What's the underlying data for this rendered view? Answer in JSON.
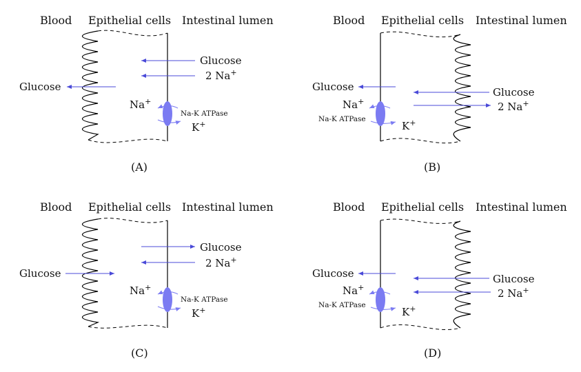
{
  "headers": {
    "blood": "Blood",
    "epithelial": "Epithelial cells",
    "lumen": "Intestinal lumen"
  },
  "species": {
    "glucose": "Glucose",
    "two_na": "2 Na",
    "na": "Na",
    "k": "K",
    "plus": "+",
    "pump": "Na-K ATPase"
  },
  "panels": [
    {
      "id": "A",
      "caption": "(A)"
    },
    {
      "id": "B",
      "caption": "(B)"
    },
    {
      "id": "C",
      "caption": "(C)"
    },
    {
      "id": "D",
      "caption": "(D)"
    }
  ],
  "colors": {
    "arrow": "#4a4ad8",
    "pump": "#7b7bf2"
  }
}
